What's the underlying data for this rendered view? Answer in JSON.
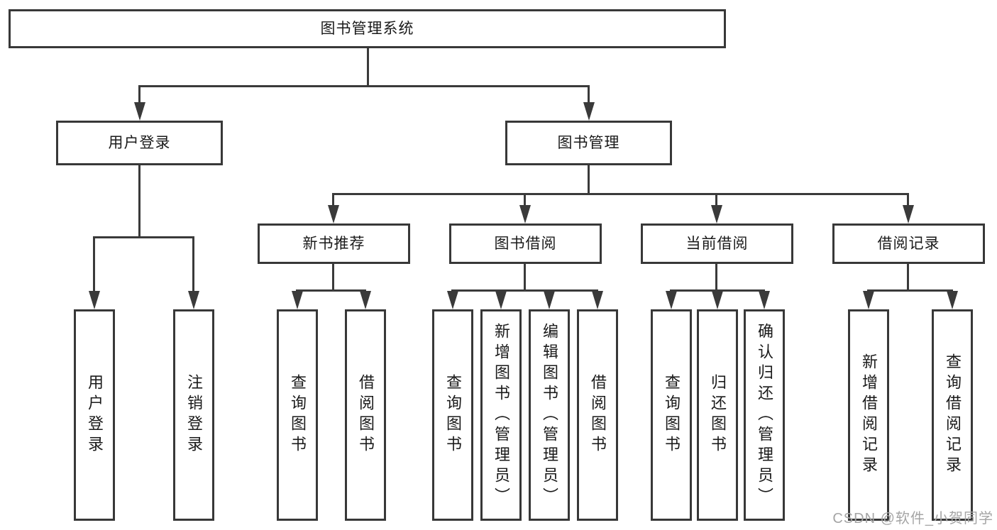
{
  "tree": {
    "root": "图书管理系统",
    "user_login": {
      "label": "用户登录",
      "children": [
        "用户登录",
        "注销登录"
      ]
    },
    "book_management": {
      "label": "图书管理",
      "sections": [
        {
          "label": "新书推荐",
          "children": [
            "查询图书",
            "借阅图书"
          ]
        },
        {
          "label": "图书借阅",
          "children": [
            "查询图书",
            "新增图书（管理员）",
            "编辑图书（管理员）",
            "借阅图书"
          ]
        },
        {
          "label": "当前借阅",
          "children": [
            "查询图书",
            "归还图书",
            "确认归还（管理员）"
          ]
        },
        {
          "label": "借阅记录",
          "children": [
            "新增借阅记录",
            "查询借阅记录"
          ]
        }
      ]
    }
  },
  "watermark": "CSDN @软件_小贺同学",
  "colors": {
    "line": "#3a3a3a",
    "border": "#383838",
    "text": "#1a1a1a",
    "watermark": "#a5a5a5",
    "background": "#ffffff"
  }
}
